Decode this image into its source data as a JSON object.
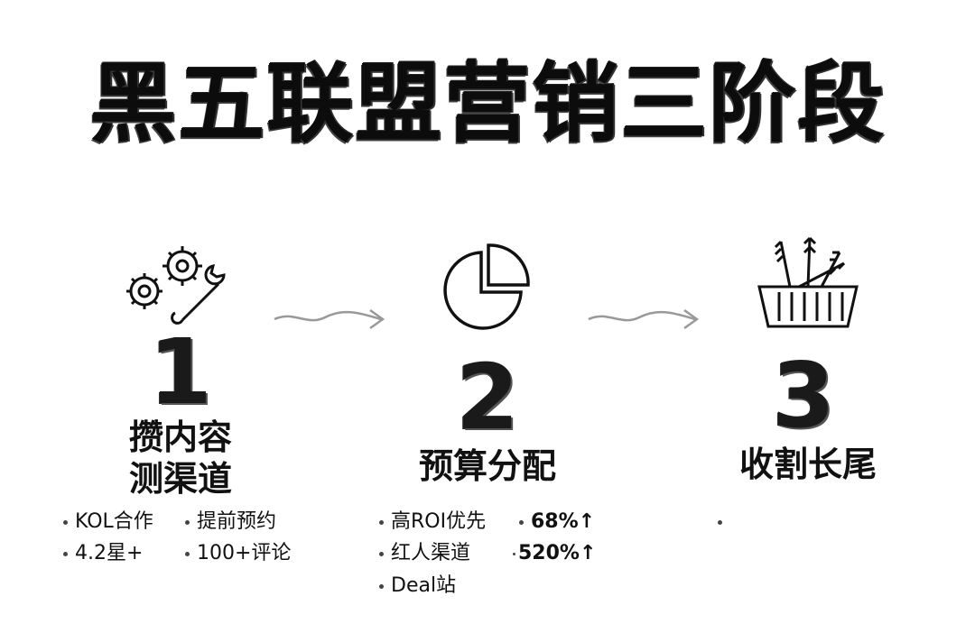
{
  "title": "黑五联盟营销三阶段",
  "stages": [
    {
      "number": "1",
      "label_line1": "攒内容",
      "label_line2": "测渠道",
      "icon": "gears-wrench-icon",
      "bullets": [
        "KOL合作",
        "提前预约",
        "4.2星+",
        "100+评论"
      ]
    },
    {
      "number": "2",
      "label_line1": "预算分配",
      "icon": "pie-chart-icon",
      "bullets": [
        "高ROI优先",
        "68%↑",
        "红人渠道",
        "520%↑",
        "Deal站"
      ]
    },
    {
      "number": "3",
      "label_line1": "收割长尾",
      "icon": "wheat-basket-icon",
      "bullets": [
        ""
      ]
    }
  ],
  "arrows": [
    "wavy-arrow-right-icon",
    "wavy-arrow-right-icon"
  ]
}
